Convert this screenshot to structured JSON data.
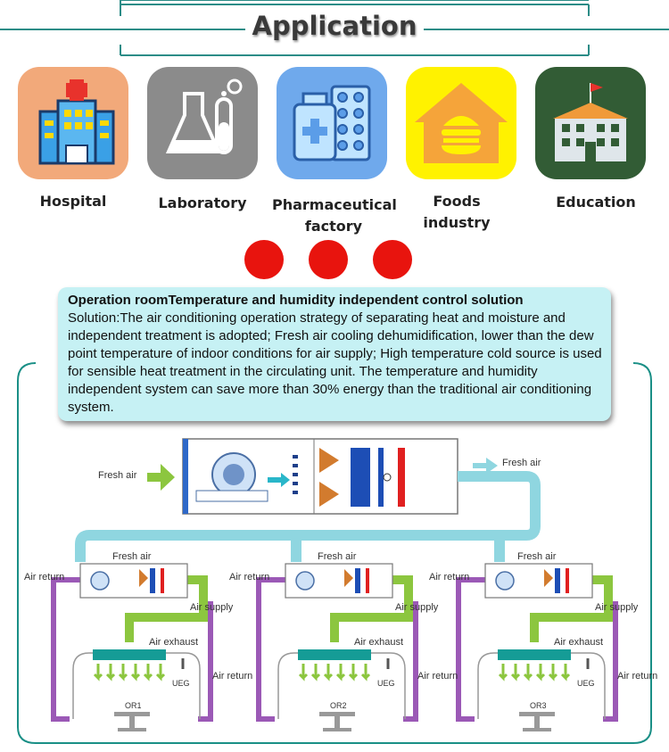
{
  "header": {
    "title": "Application"
  },
  "applications": [
    {
      "label": "Hospital",
      "icon": "hospital-icon",
      "color": "#f2a97a"
    },
    {
      "label": "Laboratory",
      "icon": "flask-icon",
      "color": "#8b8b8b"
    },
    {
      "label": "Pharmaceutical factory",
      "icon": "medicine-icon",
      "color": "#6fa9ec"
    },
    {
      "label": "Foods industry",
      "icon": "food-icon",
      "color": "#fff200"
    },
    {
      "label": "Education",
      "icon": "school-icon",
      "color": "#325c35"
    }
  ],
  "solution": {
    "title": "Operation roomTemperature and humidity independent control solution",
    "body": "Solution:The air conditioning operation strategy of separating heat and moisture and independent treatment is adopted; Fresh air cooling dehumidification, lower than the dew point temperature of indoor conditions for air supply; High temperature cold source is used for sensible heat treatment in the circulating unit. The temperature and humidity independent system can save more than 30% energy than the traditional air conditioning system."
  },
  "diagram": {
    "main_fresh_air_in": "Fresh air",
    "main_fresh_air_out": "Fresh air",
    "units": [
      {
        "room": "OR1",
        "fresh_air": "Fresh air",
        "air_return": "Air return",
        "air_supply": "Air supply",
        "air_exhaust": "Air exhaust",
        "air_return_2": "Air return",
        "ueg": "UEG"
      },
      {
        "room": "OR2",
        "fresh_air": "Fresh air",
        "air_return": "Air return",
        "air_supply": "Air supply",
        "air_exhaust": "Air exhaust",
        "air_return_2": "Air return",
        "ueg": "UEG"
      },
      {
        "room": "OR3",
        "fresh_air": "Fresh air",
        "air_return": "Air return",
        "air_supply": "Air supply",
        "air_exhaust": "Air exhaust",
        "air_return_2": "Air return",
        "ueg": "UEG"
      }
    ],
    "colors": {
      "duct_cyan": "#8fd6e0",
      "duct_green": "#8cc63f",
      "duct_purple": "#9b59b6",
      "accent_teal": "#1a8f86"
    }
  }
}
